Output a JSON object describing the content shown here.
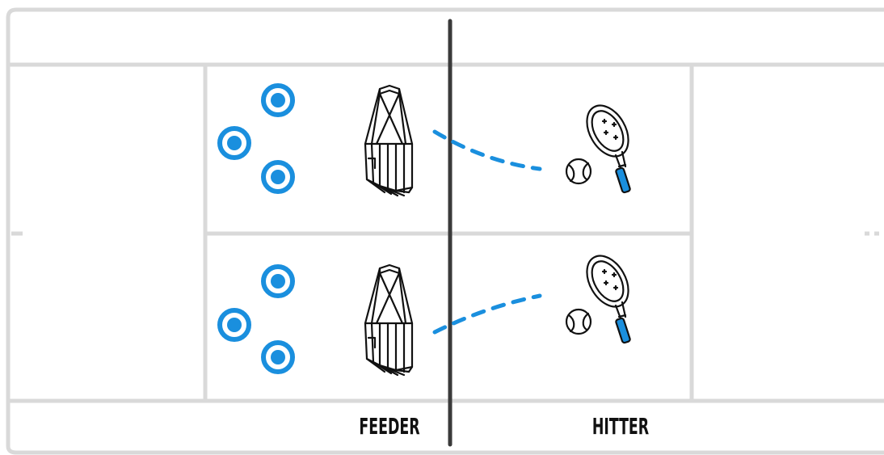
{
  "labels": {
    "feeder": "FEEDER",
    "hitter": "HITTER"
  },
  "colors": {
    "court_line": "#d9d9d9",
    "net": "#3a3a3a",
    "accent_blue": "#1a8fde",
    "ink": "#111111"
  },
  "icons": {
    "target": "target-icon",
    "ball_basket": "ball-basket-icon",
    "racket": "tennis-racket-icon",
    "ball": "tennis-ball-icon",
    "trajectory": "ball-trajectory"
  }
}
